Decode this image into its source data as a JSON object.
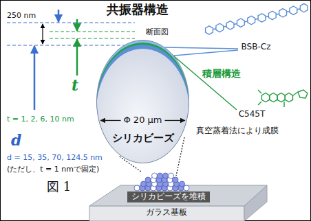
{
  "diagram": {
    "title": "共振器構造",
    "caption": "図 1",
    "nodes": [
      {
        "text": [
          "Φ 20 μm",
          "シリカビーズ"
        ]
      },
      {
        "text": [
          "シリカビーズを堆積",
          "ガラス基板"
        ]
      }
    ],
    "edges": [
      {
        "from": 0,
        "to": 1,
        "arrow": "none"
      }
    ],
    "labels": [
      "断面図",
      "BSB-Cz",
      "積層構造",
      "C545T",
      "真空蒸着法により成膜",
      "250 nm",
      "t",
      "t = 1, 2, 6, 10 nm",
      "d",
      "d = 15, 35, 70, 124.5 nm",
      "(ただし、t = 1 nmで固定)"
    ]
  }
}
